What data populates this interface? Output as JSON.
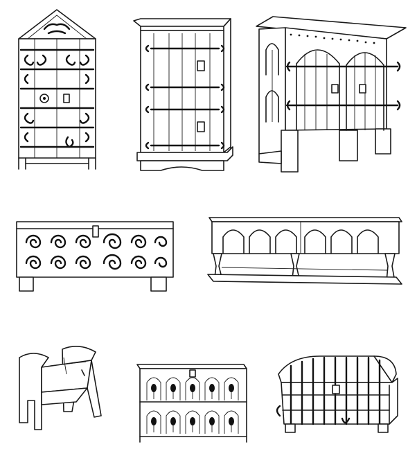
{
  "plate": {
    "background": "#ffffff",
    "ink": "#1a1a1a",
    "items": [
      {
        "icon": "gabled-cupboard-illustration"
      },
      {
        "icon": "tall-wardrobe-illustration"
      },
      {
        "icon": "arcaded-press-cupboard-illustration"
      },
      {
        "icon": "scrollwork-chest-illustration"
      },
      {
        "icon": "arcaded-long-bench-illustration"
      },
      {
        "icon": "slant-lid-desk-illustration"
      },
      {
        "icon": "carved-coffer-illustration"
      },
      {
        "icon": "domed-iron-bound-trunk-illustration"
      }
    ]
  }
}
